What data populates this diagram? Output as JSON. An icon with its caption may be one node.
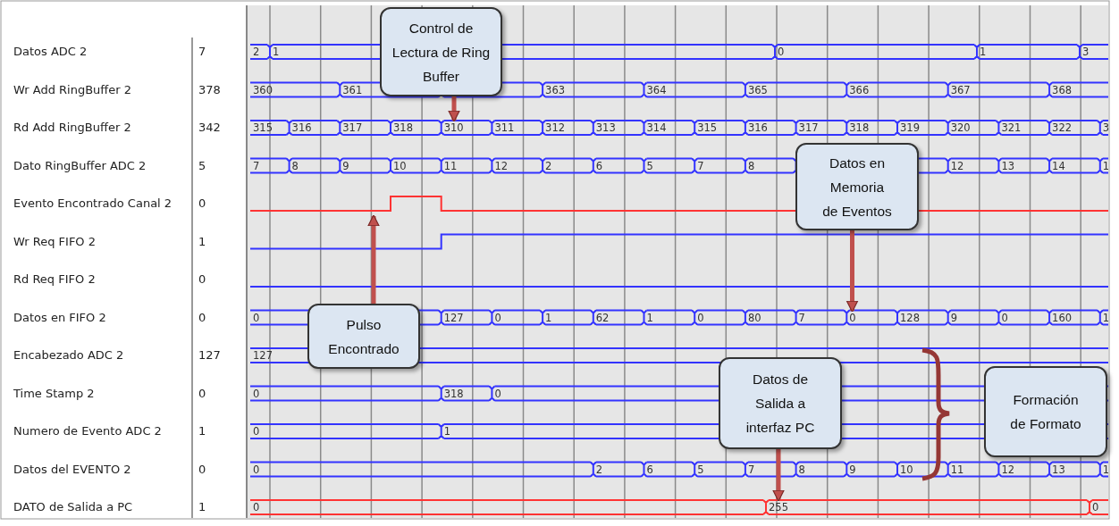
{
  "diagram": {
    "nodes": [
      {
        "text": [
          "Control de Lectura de Ring Buffer"
        ]
      },
      {
        "text": [
          "Datos en Memoria de Eventos"
        ]
      },
      {
        "text": [
          "Pulso Encontrado"
        ]
      },
      {
        "text": [
          "Datos de Salida a interfaz PC"
        ]
      },
      {
        "text": [
          "Formación de Formato"
        ]
      },
      {
        "text": [
          "310"
        ]
      },
      {
        "text": [
          "0"
        ]
      },
      {
        "text": [
          "255"
        ]
      }
    ],
    "edges": [
      {
        "from": 0,
        "to": 5,
        "arrow": "to"
      },
      {
        "from": 1,
        "to": 6,
        "arrow": "to"
      },
      {
        "from": 2,
        "to": null,
        "arrow": "to"
      },
      {
        "from": 3,
        "to": 7,
        "arrow": "to"
      }
    ],
    "labels": [
      "Datos ADC 2",
      "7",
      "2",
      "1",
      "0",
      "1",
      "3",
      "Wr Add RingBuffer 2",
      "378",
      "360",
      "361",
      "363",
      "364",
      "365",
      "366",
      "367",
      "368",
      "Rd Add RingBuffer 2",
      "342",
      "315",
      "316",
      "317",
      "318",
      "311",
      "312",
      "313",
      "314",
      "315",
      "316",
      "317",
      "318",
      "319",
      "320",
      "321",
      "322",
      "3",
      "Dato RingBuffer ADC 2",
      "5",
      "7",
      "8",
      "9",
      "10",
      "11",
      "12",
      "2",
      "6",
      "5",
      "7",
      "8",
      "12",
      "13",
      "14",
      "1",
      "Evento Encontrado Canal 2",
      "0",
      "Wr Req FIFO 2",
      "1",
      "Rd Req FIFO 2",
      "0",
      "Datos en FIFO 2",
      "0",
      "0",
      "127",
      "0",
      "1",
      "62",
      "1",
      "0",
      "80",
      "7",
      "128",
      "9",
      "0",
      "160",
      "1",
      "Encabezado ADC 2",
      "127",
      "127",
      "Time Stamp 2",
      "0",
      "0",
      "318",
      "0",
      "Numero de Evento ADC 2",
      "1",
      "0",
      "1",
      "Datos del EVENTO 2",
      "0",
      "0",
      "2",
      "6",
      "5",
      "7",
      "8",
      "9",
      "10",
      "11",
      "12",
      "13",
      "1",
      "DATO de Salida a PC",
      "1",
      "0",
      "0"
    ]
  }
}
